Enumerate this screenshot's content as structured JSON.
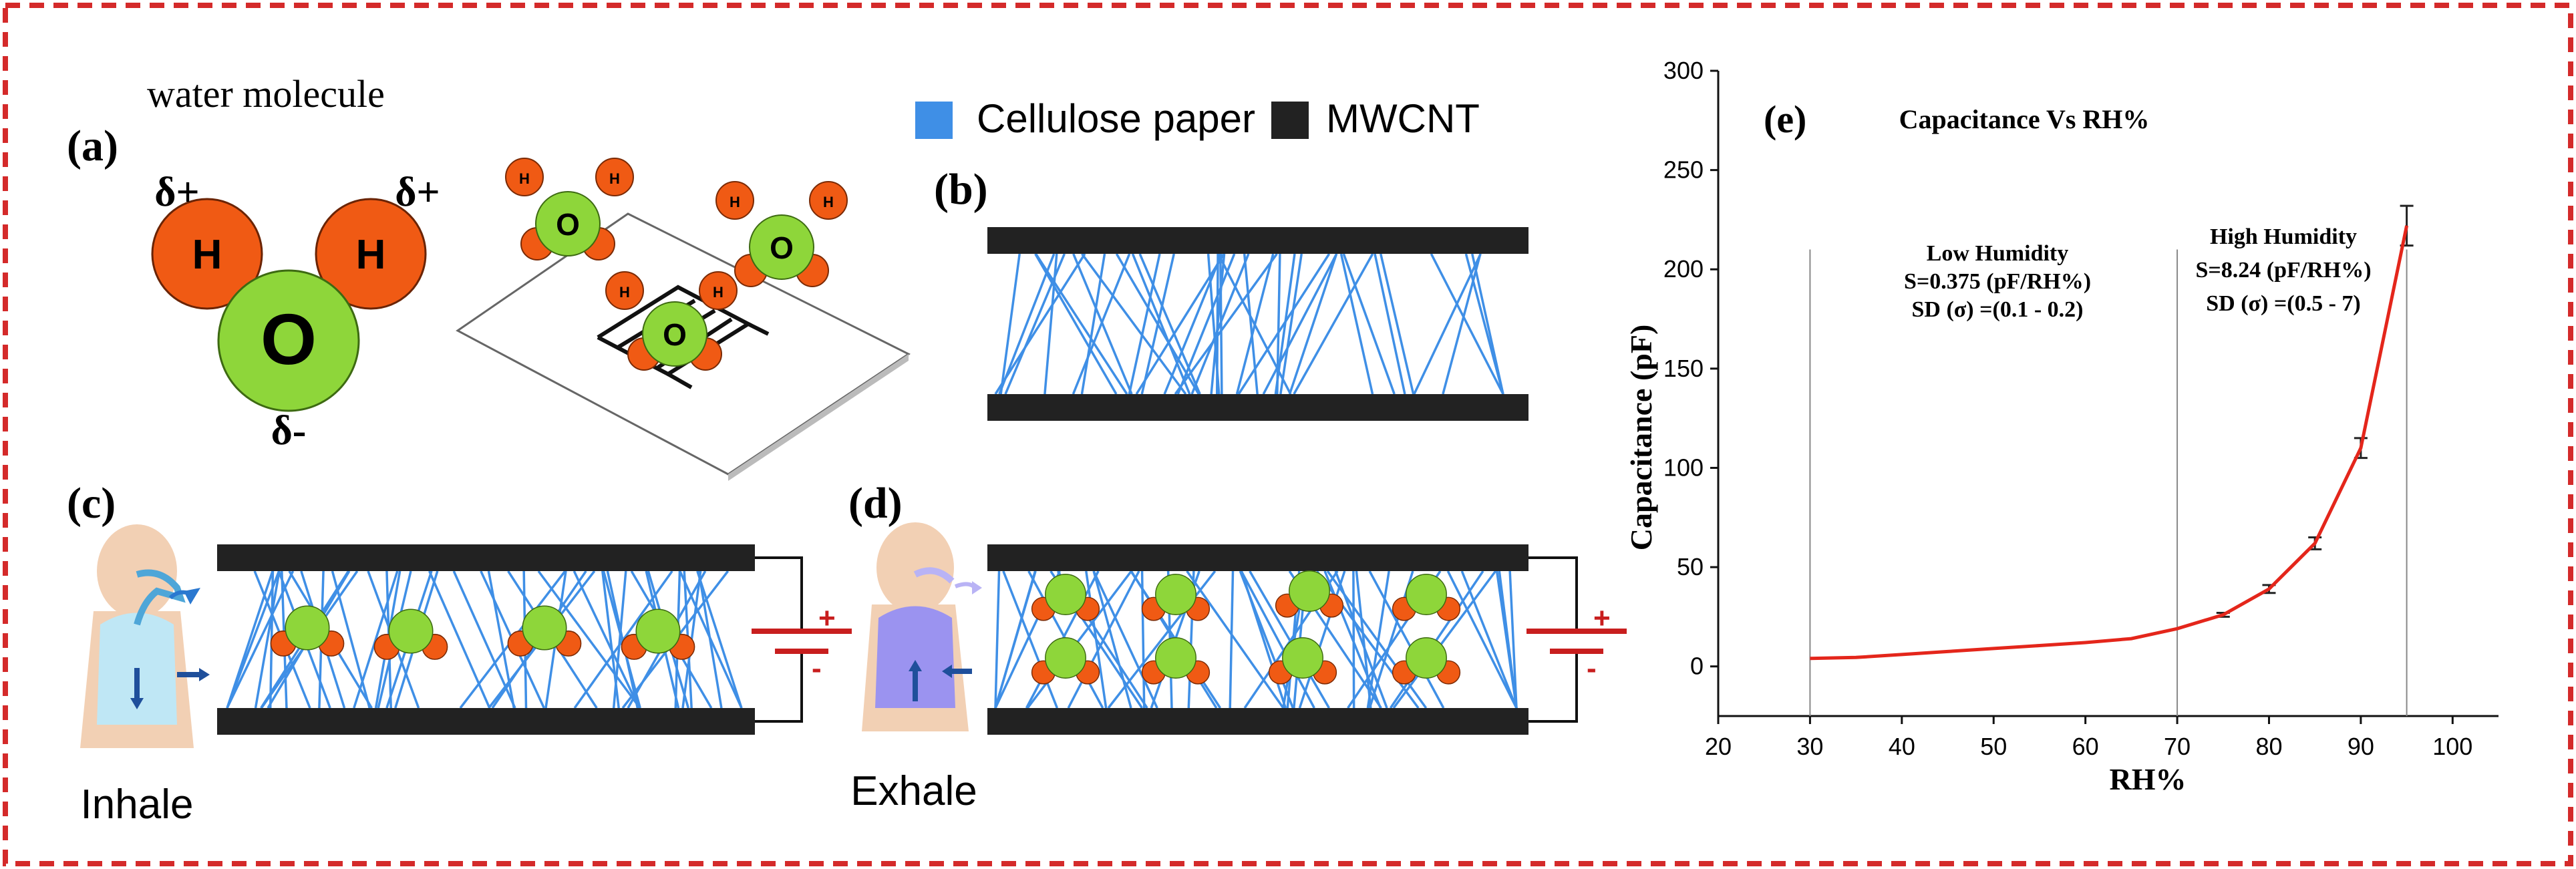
{
  "colors": {
    "frame": "#d42a2a",
    "hydrogen": "#f05a14",
    "oxygen": "#8ed63a",
    "cellulose": "#3f8fe6",
    "mwcnt": "#222222",
    "curve": "#e4261b",
    "battery": "#c81e1e",
    "lung_in": "#bfe7f5",
    "lung_out": "#9b93f0"
  },
  "panels": {
    "a": {
      "label": "(a)",
      "title": "water molecule",
      "h": "H",
      "o": "O",
      "delta_plus": "δ+",
      "delta_minus": "δ-"
    },
    "b": {
      "label": "(b)"
    },
    "c": {
      "label": "(c)",
      "caption": "Inhale",
      "plus": "+",
      "minus": "-"
    },
    "d": {
      "label": "(d)",
      "caption": "Exhale",
      "plus": "+",
      "minus": "-"
    },
    "e": {
      "label": "(e)"
    }
  },
  "legend": {
    "items": [
      {
        "label": "Cellulose paper",
        "color": "#3f8fe6"
      },
      {
        "label": "MWCNT",
        "color": "#222222"
      }
    ]
  },
  "chart_data": {
    "type": "line",
    "title": "Capacitance Vs RH%",
    "xlabel": "RH%",
    "ylabel": "Capacitance (pF)",
    "xlim": [
      20,
      105
    ],
    "ylim": [
      -25,
      300
    ],
    "xticks": [
      20,
      30,
      40,
      50,
      60,
      70,
      80,
      90,
      100
    ],
    "yticks": [
      0,
      50,
      100,
      150,
      200,
      250,
      300
    ],
    "x": [
      30,
      35,
      40,
      45,
      50,
      55,
      60,
      65,
      70,
      75,
      80,
      85,
      90,
      95
    ],
    "y": [
      4,
      4.5,
      6,
      7.5,
      9,
      10.5,
      12,
      14,
      19,
      26,
      39,
      62,
      110,
      222
    ],
    "errors": [
      0.1,
      0.1,
      0.1,
      0.1,
      0.1,
      0.2,
      0.2,
      0.2,
      0.5,
      1,
      2,
      3,
      5,
      10
    ],
    "vlines": [
      30,
      70,
      95
    ],
    "annotations": [
      {
        "lines": [
          "Low Humidity",
          "S=0.375 (pF/RH%)",
          "SD (σ) =(0.1 - 0.2)"
        ]
      },
      {
        "lines": [
          "High Humidity",
          "S=8.24 (pF/RH%)",
          "SD (σ) =(0.5 - 7)"
        ]
      }
    ]
  }
}
